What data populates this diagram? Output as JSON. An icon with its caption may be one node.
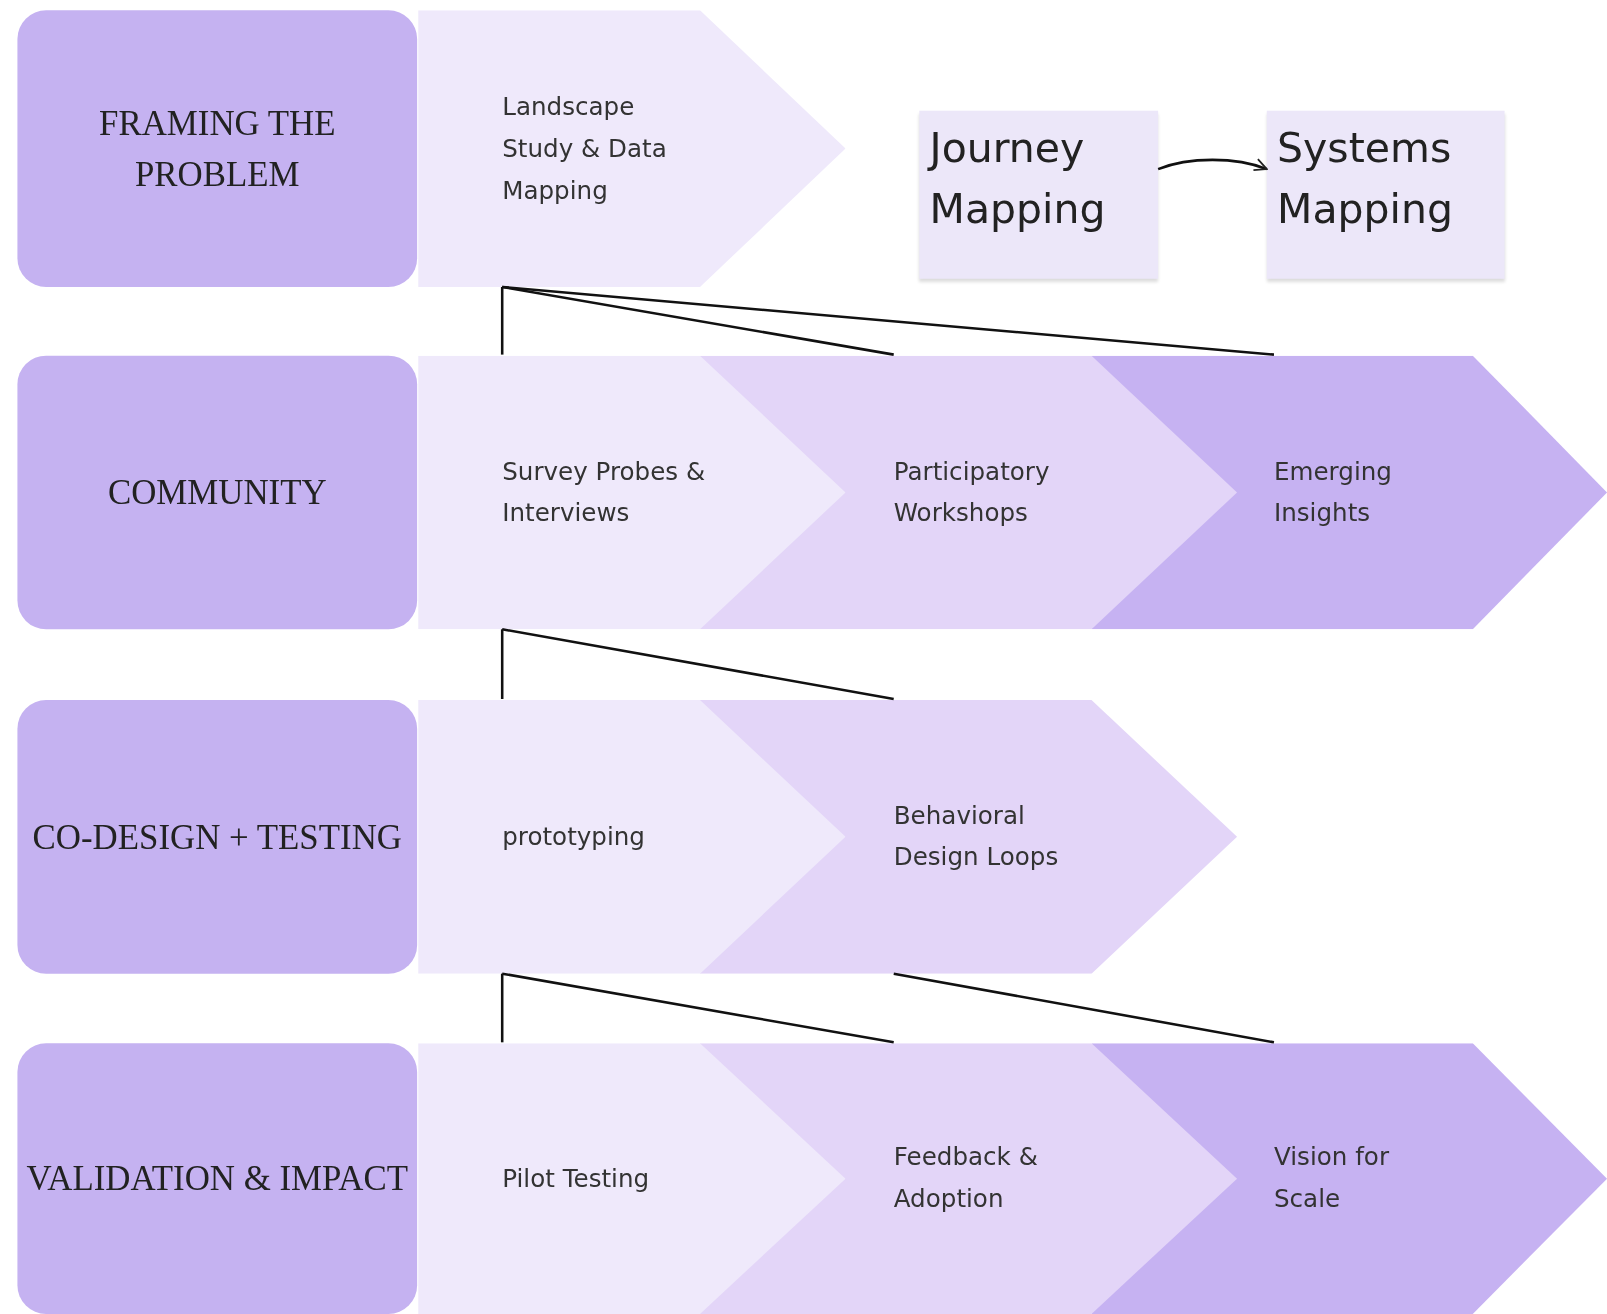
{
  "diagram": {
    "nodes": [
      {
        "text": [
          "FRAMING THE PROBLEM"
        ]
      },
      {
        "text": [
          "Landscape Study & Data Mapping"
        ]
      },
      {
        "text": [
          "Journey Mapping"
        ]
      },
      {
        "text": [
          "Systems Mapping"
        ]
      },
      {
        "text": [
          "COMMUNITY"
        ]
      },
      {
        "text": [
          "Survey Probes & Interviews"
        ]
      },
      {
        "text": [
          "Participatory Workshops"
        ]
      },
      {
        "text": [
          "Emerging Insights"
        ]
      },
      {
        "text": [
          "CO-DESIGN + TESTING"
        ]
      },
      {
        "text": [
          "prototyping"
        ]
      },
      {
        "text": [
          "Behavioral Design Loops"
        ]
      },
      {
        "text": [
          "VALIDATION & IMPACT"
        ]
      },
      {
        "text": [
          "Pilot Testing"
        ]
      },
      {
        "text": [
          "Feedback & Adoption"
        ]
      },
      {
        "text": [
          "Vision for Scale"
        ]
      }
    ],
    "edges": [
      {
        "from": 2,
        "to": 3,
        "arrow": "to"
      },
      {
        "from": 1,
        "to": 5,
        "arrow": "none"
      },
      {
        "from": 1,
        "to": 6,
        "arrow": "none"
      },
      {
        "from": 1,
        "to": 7,
        "arrow": "none"
      },
      {
        "from": 5,
        "to": 9,
        "arrow": "none"
      },
      {
        "from": 5,
        "to": 10,
        "arrow": "none"
      },
      {
        "from": 9,
        "to": 12,
        "arrow": "none"
      },
      {
        "from": 9,
        "to": 13,
        "arrow": "none"
      },
      {
        "from": 10,
        "to": 14,
        "arrow": "none"
      }
    ]
  }
}
